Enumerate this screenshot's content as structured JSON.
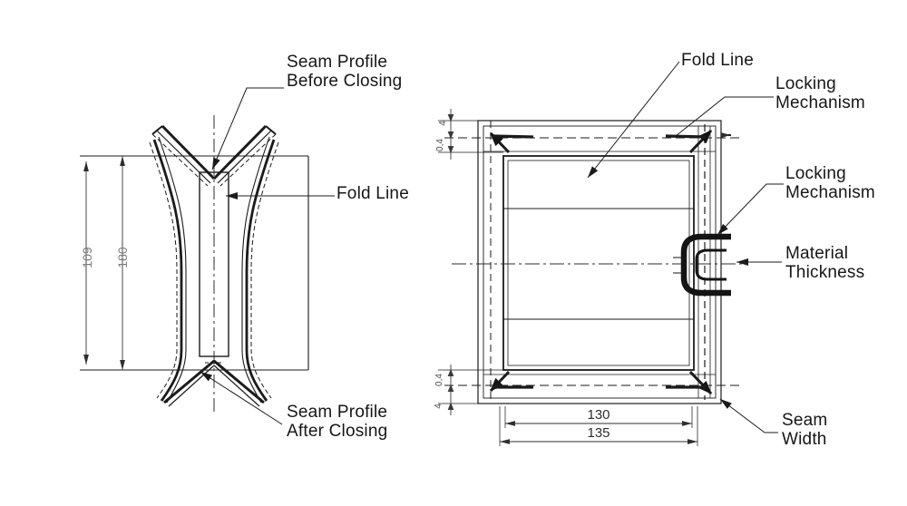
{
  "colors": {
    "paper": "#f8f8f4",
    "ink": "#1b1b1b",
    "dim_text": "#7d7d7d"
  },
  "left_figure": {
    "label_seam_before": {
      "line1": "Seam Profile",
      "line2": "Before Closing"
    },
    "label_fold_line": "Fold Line",
    "label_seam_after": {
      "line1": "Seam Profile",
      "line2": "After Closing"
    },
    "dim_inner_height": "109",
    "dim_outer_height": "180"
  },
  "right_figure": {
    "label_fold_line": "Fold Line",
    "label_locking_top": {
      "line1": "Locking",
      "line2": "Mechanism"
    },
    "label_locking_side": {
      "line1": "Locking",
      "line2": "Mechanism"
    },
    "label_material_thickness": {
      "line1": "Material",
      "line2": "Thickness"
    },
    "label_seam_width": {
      "line1": "Seam",
      "line2": "Width"
    },
    "dim_inner_width": "130",
    "dim_outer_width": "135",
    "dim_top_fold": "4",
    "dim_top_thickness": "0,4",
    "dim_bottom_thickness": "0,4",
    "dim_bottom_fold": "4"
  }
}
